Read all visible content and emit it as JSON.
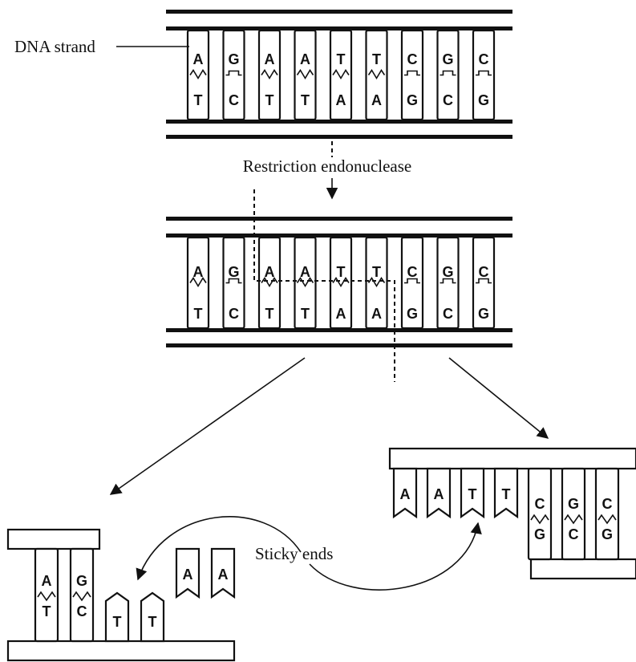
{
  "labels": {
    "dna_strand": "DNA strand",
    "enzyme": "Restriction endonuclease",
    "sticky_ends": "Sticky ends"
  },
  "sequence": {
    "top": [
      "A",
      "G",
      "A",
      "A",
      "T",
      "T",
      "C",
      "G",
      "C"
    ],
    "bottom": [
      "T",
      "C",
      "T",
      "T",
      "A",
      "A",
      "G",
      "C",
      "G"
    ]
  },
  "fragment_left": {
    "top": [
      "A",
      "G",
      "",
      "",
      "A",
      "A"
    ],
    "bottom": [
      "T",
      "C",
      "T",
      "T",
      "",
      ""
    ]
  },
  "fragment_right": {
    "top": [
      "A",
      "A",
      "T",
      "T",
      "C",
      "G",
      "C"
    ],
    "bottom": [
      "",
      "",
      "",
      "",
      "G",
      "C",
      "G"
    ]
  }
}
